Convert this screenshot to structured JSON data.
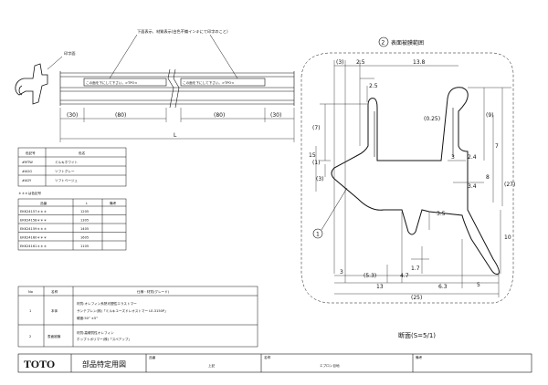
{
  "notes": {
    "print_note": "下面表示、材質表示(白色不織インキにて印字のこと)",
    "print_face": "印字面"
  },
  "strip": {
    "print_text_1": "この面を下にして下さい。>TPO<",
    "print_text_2": "この面を下にして下さい。>TPO<",
    "dims": [
      "(30)",
      "(80)",
      "(80)",
      "(30)"
    ],
    "length_label": "L"
  },
  "color_table": {
    "headers": [
      "色記号",
      "色名"
    ],
    "rows": [
      [
        "#MTW",
        "ミルキホワイト"
      ],
      [
        "#AGG",
        "ソフトグレー"
      ],
      [
        "#AGY",
        "ソフトベージュ"
      ]
    ]
  },
  "variant_note": "＊＊＊は色記号",
  "part_table": {
    "headers": [
      "品番",
      "L",
      "備考"
    ],
    "rows": [
      [
        "EKK24157＊＊＊",
        "1205",
        ""
      ],
      [
        "EKK24158＊＊＊",
        "1305",
        ""
      ],
      [
        "EKK24159＊＊＊",
        "1405",
        ""
      ],
      [
        "EKK24160＊＊＊",
        "1605",
        ""
      ],
      [
        "EKK24161＊＊＊",
        "1105",
        ""
      ]
    ]
  },
  "material_table": {
    "headers": [
      "No",
      "名称",
      "仕様・材質(グレード)"
    ],
    "rows": [
      {
        "no": "1",
        "name": "本体",
        "spec": [
          "材質:オレフィン系熱可塑性エラストマー",
          "サンテプレン(株)「ミルキユーズドレオストマー LE-3150P」",
          "硬度:50° ±5°"
        ]
      },
      {
        "no": "2",
        "name": "表面被膜",
        "spec": [
          "材質:高硬質性オレフィン",
          "ホップトポリマー(株)「スペアップ」"
        ]
      }
    ]
  },
  "profile": {
    "title": "表面被膜範囲",
    "circle_2": "2",
    "circle_1": "1",
    "section_label": "断面(S=5/1)",
    "dims": {
      "top_3": "(3)",
      "top_2_5": "2.5",
      "top_13_8": "13.8",
      "v_2_5": "2.5",
      "r_0_25": "(0.25)",
      "v_7": "(7)",
      "v_15": "15",
      "v_1": "(1)",
      "v_3": "(3)",
      "h_3a": "3",
      "h_2_4": "2.4",
      "h_3_4": "3.4",
      "v_9": "(9)",
      "v_7b": "7",
      "v_27": "(27)",
      "v_8": "8",
      "v_3_5": "3.5",
      "v_10": "10",
      "v_1_7": "1.7",
      "b_3": "3",
      "b_5_3": "(5.3)",
      "b_4_7": "4.7",
      "b_13": "13",
      "b_6_3": "6.3",
      "b_5": "5",
      "b_25": "(25)"
    }
  },
  "title_block": {
    "logo": "TOTO",
    "doc_title": "部品特定用図",
    "part_no_label": "品番",
    "part_no_value": "上記",
    "name_label": "名称",
    "name_value": "エプロン目地",
    "remarks_label": "備考"
  }
}
